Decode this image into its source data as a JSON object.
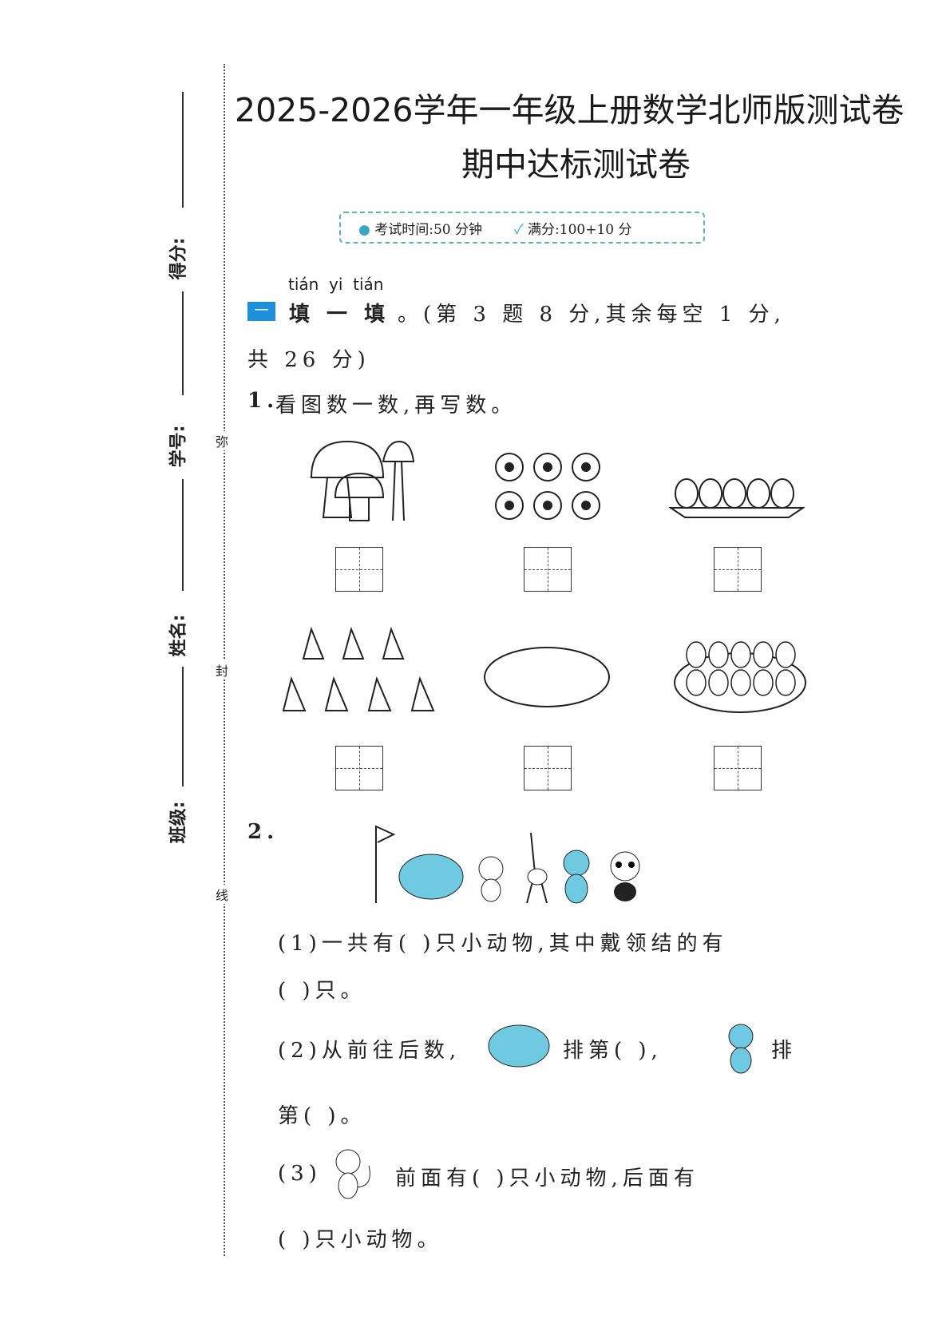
{
  "title": {
    "line1": "2025-2026学年一年级上册数学北师版测试卷",
    "line2": "期中达标测试卷"
  },
  "info": {
    "time": "考试时间:50 分钟",
    "score": "满分:100+10 分"
  },
  "side": {
    "score": "得分:",
    "id": "学号:",
    "name": "姓名:",
    "class": "班级:",
    "seal": [
      "弥",
      "封",
      "线"
    ]
  },
  "section1": {
    "number": "一",
    "pinyin": "tián  yi  tián",
    "title": "填 一 填",
    "note": "。(第 3 题 8 分,其余每空 1 分,",
    "note2": "共 26 分)"
  },
  "q1": {
    "label": "1.",
    "text": "看图数一数,再写数。"
  },
  "q2": {
    "label": "2.",
    "p1a": "(1)一共有(      )只小动物,其中戴领结的有",
    "p1b": "(      )只。",
    "p2a": "(2)从前往后数,",
    "p2b": "排第(      ),",
    "p2c": "排",
    "p2d": "第(      )。",
    "p3a": "(3)",
    "p3b": "前面有(      )只小动物,后面有",
    "p3c": "(      )只小动物。"
  },
  "colors": {
    "accent": "#1e8fd9",
    "animal": "#6fc9e0",
    "dashed": "#5ab9a8"
  }
}
